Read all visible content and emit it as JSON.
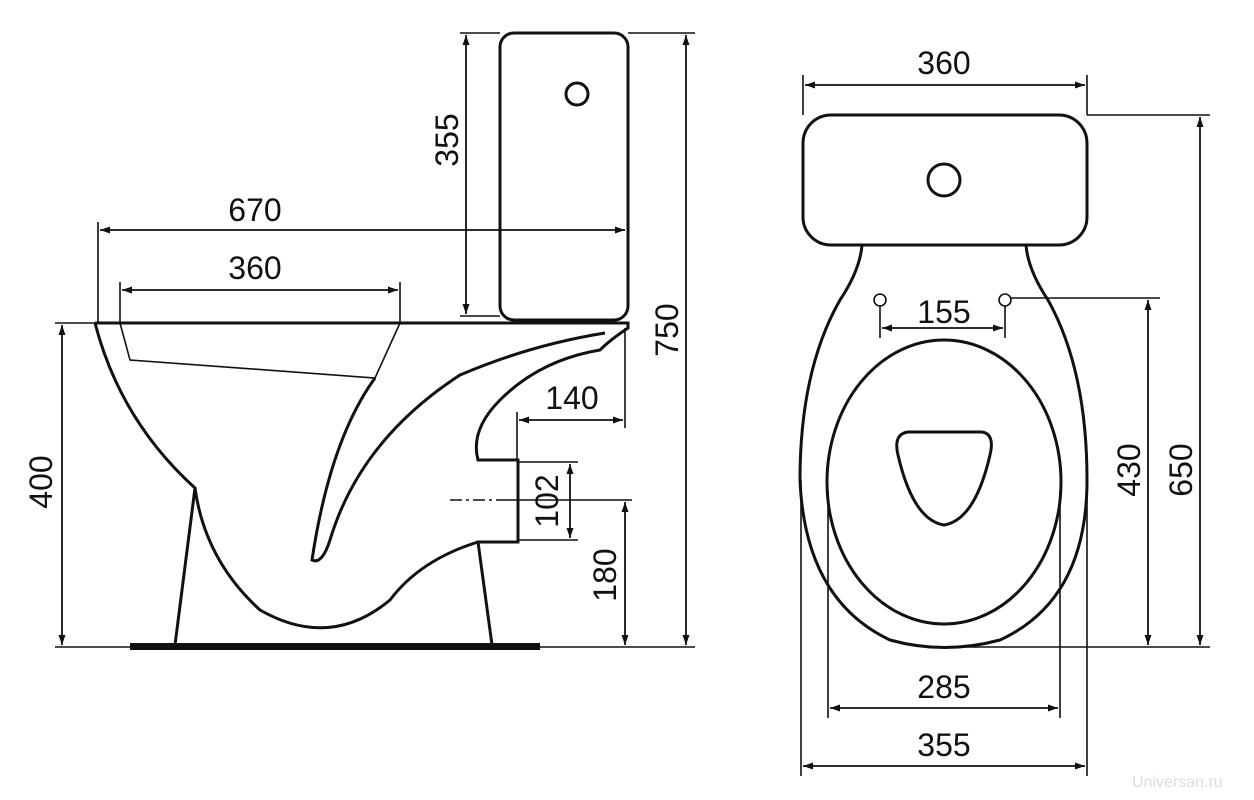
{
  "side_view": {
    "dim_total_length": "670",
    "dim_seat_length": "360",
    "dim_tank_height": "355",
    "dim_total_height": "750",
    "dim_bowl_height": "400",
    "dim_outlet_offset": "140",
    "dim_outlet_size": "102",
    "dim_outlet_height": "180"
  },
  "top_view": {
    "dim_tank_width": "360",
    "dim_hole_spacing": "155",
    "dim_bowl_length": "430",
    "dim_total_depth": "650",
    "dim_base_width": "285",
    "dim_bowl_width": "355"
  },
  "watermark": "Universan.ru"
}
